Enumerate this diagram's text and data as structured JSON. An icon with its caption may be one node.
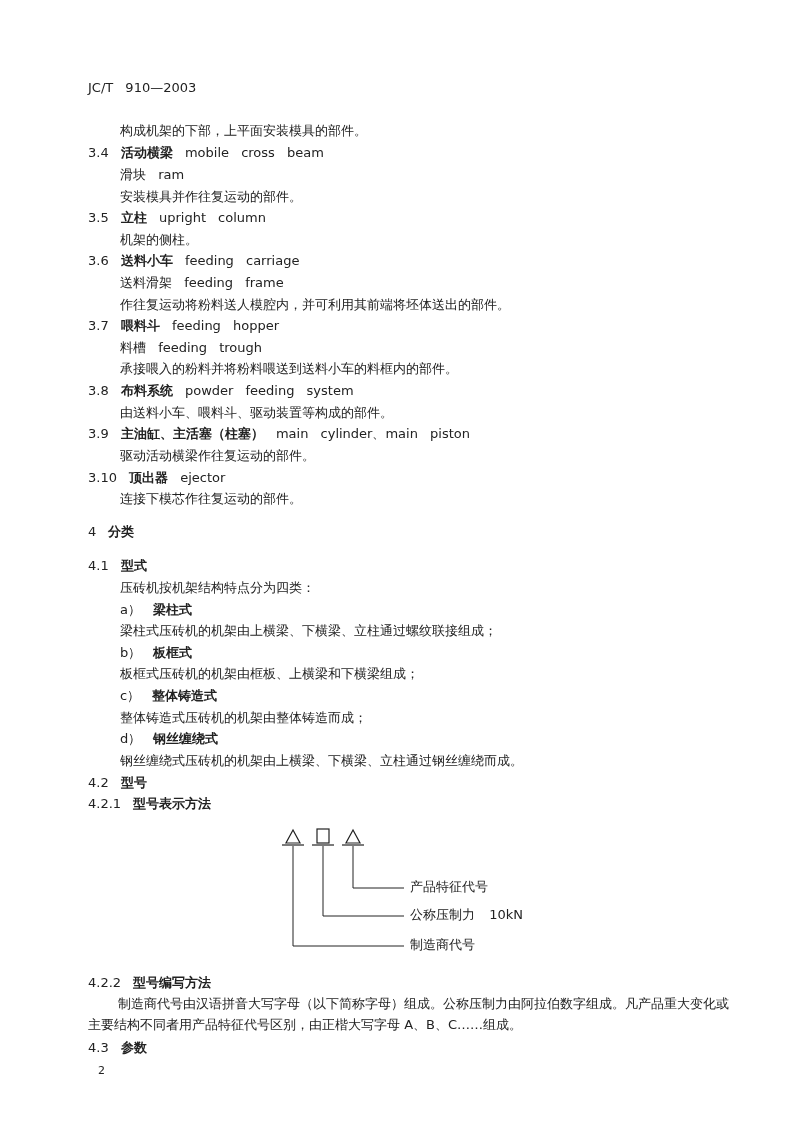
{
  "diagram": {
    "nodes": [
      {
        "text": [],
        "shape": "triangle"
      },
      {
        "text": [],
        "shape": "box"
      },
      {
        "text": [],
        "shape": "triangle"
      },
      {
        "text": [
          "产品特征代号"
        ]
      },
      {
        "text": [
          "公称压制力 10kN"
        ]
      },
      {
        "text": [
          "制造商代号"
        ]
      }
    ],
    "edges": [
      {
        "from": 3,
        "to": 2,
        "arrow": "none"
      },
      {
        "from": 4,
        "to": 1,
        "arrow": "none"
      },
      {
        "from": 5,
        "to": 0,
        "arrow": "none"
      }
    ],
    "labels": [
      "JC/T 910—2003",
      "构成机架的下部，上平面安装模具的部件。",
      "3.4 **活动横梁** mobile cross beam",
      "滑块 ram",
      "安装模具并作往复运动的部件。",
      "3.5 **立柱** upright column",
      "机架的侧柱。",
      "3.6 **送料小车** feeding carriage",
      "送料滑架 feeding frame",
      "作往复运动将粉料送人模腔内，并可利用其前端将坯体送出的部件。",
      "3.7 **喂料斗** feeding hopper",
      "料槽 feeding trough",
      "承接喂入的粉料并将粉料喂送到送料小车的料框内的部件。",
      "3.8 **布料系统** powder feeding system",
      "由送料小车、喂料斗、驱动装置等构成的部件。",
      "3.9 **主油缸、主活塞（柱塞）** main cylinder、main piston",
      "驱动活动横梁作往复运动的部件。",
      "3.10 **顶出器** ejector",
      "连接下模芯作往复运动的部件。",
      "4 **分类**",
      "4.1 **型式**",
      "压砖机按机架结构特点分为四类：",
      "a） **梁柱式**",
      "梁柱式压砖机的机架由上横梁、下横梁、立柱通过螺纹联接组成；",
      "b） **板框式**",
      "板框式压砖机的机架由框板、上横梁和下横梁组成；",
      "c） **整体铸造式**",
      "整体铸造式压砖机的机架由整体铸造而成；",
      "d） **钢丝缠绕式**",
      "钢丝缠绕式压砖机的机架由上横梁、下横梁、立柱通过钢丝缠绕而成。",
      "4.2 **型号**",
      "4.2.1 **型号表示方法**",
      "4.2.2 **型号编写方法**",
      "制造商代号由汉语拼音大写字母（以下简称字母）组成。公称压制力由阿拉伯数字组成。凡产品重大变化或主要结构不同者用产品特征代号区别，由正楷大写字母 A、B、C……组成。",
      "4.3 **参数**",
      "2"
    ]
  }
}
